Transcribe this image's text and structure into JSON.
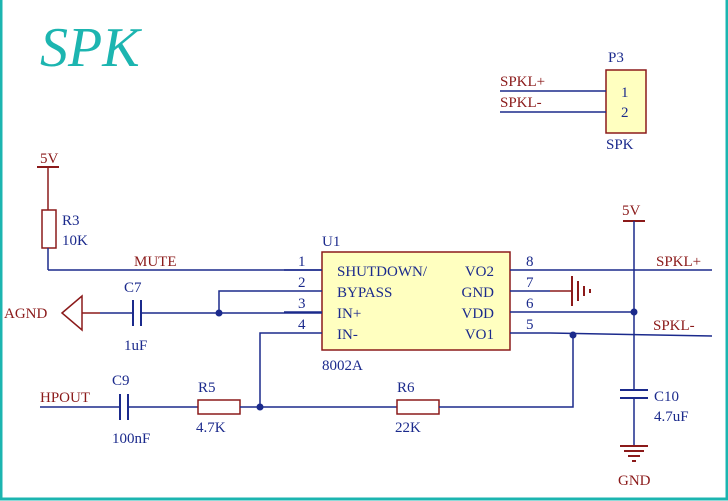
{
  "colors": {
    "border": "#1cb5b0",
    "wire": "#1b2a8c",
    "red": "#8b1a1a",
    "title": "#1cb5b0",
    "body_fill": "#ffffc0",
    "text": "#1b2a8c"
  },
  "title": "SPK",
  "connector": {
    "ref": "P3",
    "value": "SPK",
    "pins": [
      "1",
      "2"
    ],
    "nets": [
      "SPKL+",
      "SPKL-"
    ]
  },
  "supply_left": {
    "label": "5V"
  },
  "supply_right": {
    "label": "5V"
  },
  "r3": {
    "ref": "R3",
    "value": "10K"
  },
  "u1": {
    "ref": "U1",
    "value": "8002A",
    "left_pins": [
      {
        "num": "1",
        "name": "SHUTDOWN/"
      },
      {
        "num": "2",
        "name": "BYPASS"
      },
      {
        "num": "3",
        "name": "IN+"
      },
      {
        "num": "4",
        "name": "IN-"
      }
    ],
    "right_pins": [
      {
        "num": "8",
        "name": "VO2"
      },
      {
        "num": "7",
        "name": "GND"
      },
      {
        "num": "6",
        "name": "VDD"
      },
      {
        "num": "5",
        "name": "VO1"
      }
    ]
  },
  "nets": {
    "mute": "MUTE",
    "agnd": "AGND",
    "hpout": "HPOUT",
    "spkl_plus": "SPKL+",
    "spkl_minus": "SPKL-",
    "gnd": "GND"
  },
  "c7": {
    "ref": "C7",
    "value": "1uF"
  },
  "c9": {
    "ref": "C9",
    "value": "100nF"
  },
  "c10": {
    "ref": "C10",
    "value": "4.7uF"
  },
  "r5": {
    "ref": "R5",
    "value": "4.7K"
  },
  "r6": {
    "ref": "R6",
    "value": "22K"
  }
}
